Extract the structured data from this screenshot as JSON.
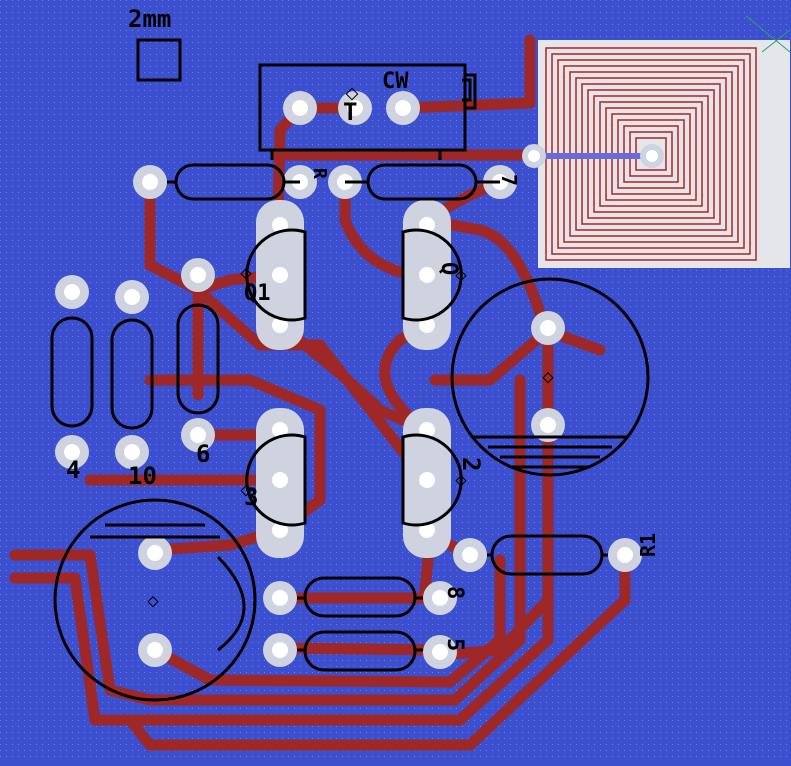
{
  "board": {
    "background_color": "#3c4fcf",
    "trace_color": "#9e2727",
    "pad_color": "#cfd3e0",
    "hole_color": "#ffffff",
    "silkscreen_color": "#000000",
    "coil_color": "#b23030",
    "coil_background": "#e4e6ea"
  },
  "labels": {
    "scale": "2mm",
    "potentiometer_cw": "CW",
    "potentiometer_t": "T",
    "q1": "Q1",
    "q0": "Q",
    "q3": "3",
    "q2": "2",
    "r4": "4",
    "r10": "10",
    "r6": "6",
    "r8": "8",
    "r5": "5",
    "r1": "R1",
    "r9": "R",
    "r7": "7"
  }
}
